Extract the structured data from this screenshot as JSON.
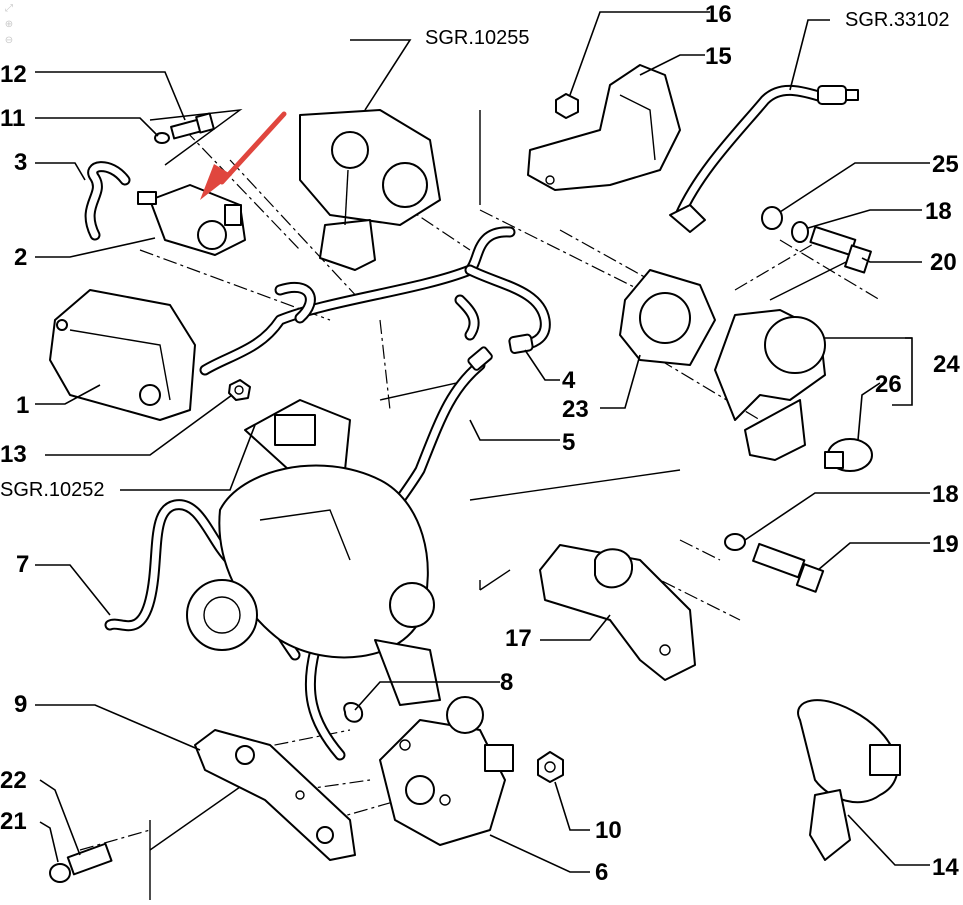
{
  "diagram": {
    "callouts": {
      "c1": "1",
      "c2": "2",
      "c3": "3",
      "c4": "4",
      "c5": "5",
      "c6": "6",
      "c7": "7",
      "c8": "8",
      "c9": "9",
      "c10": "10",
      "c11": "11",
      "c12": "12",
      "c13": "13",
      "c14": "14",
      "c15": "15",
      "c16": "16",
      "c17": "17",
      "c18a": "18",
      "c18b": "18",
      "c19": "19",
      "c20": "20",
      "c21": "21",
      "c22": "22",
      "c23": "23",
      "c24": "24",
      "c25": "25",
      "c26": "26"
    },
    "references": {
      "sgr_10255": "SGR.10255",
      "sgr_33102": "SGR.33102",
      "sgr_10252": "SGR.10252"
    },
    "highlight_color": "#e0463e"
  },
  "viewer": {
    "icons": [
      "fit-icon",
      "zoom-in-icon",
      "zoom-out-icon"
    ],
    "glyphs": {
      "fit": "⤢",
      "zoom_in": "⊕",
      "zoom_out": "⊖"
    }
  }
}
